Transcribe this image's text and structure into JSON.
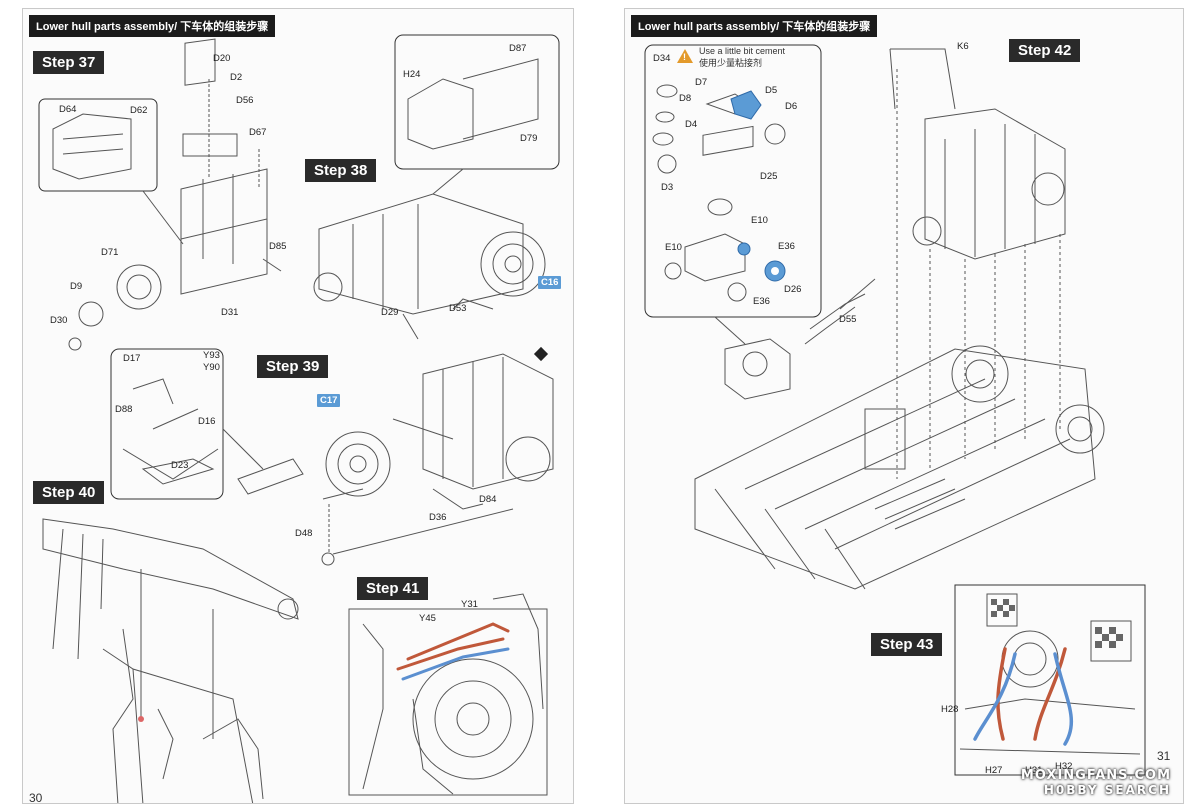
{
  "left_page": {
    "section_title": "Lower hull parts assembly/ 下车体的组装步骤",
    "page_number": "30",
    "steps": [
      "Step 37",
      "Step 38",
      "Step 39",
      "Step 40",
      "Step 41"
    ],
    "labels": {
      "d20": "D20",
      "d2": "D2",
      "d56": "D56",
      "d67": "D67",
      "d64": "D64",
      "d62": "D62",
      "d71": "D71",
      "d9": "D9",
      "d30": "D30",
      "d31": "D31",
      "d85": "D85",
      "h24": "H24",
      "d87": "D87",
      "d79": "D79",
      "d29": "D29",
      "d53": "D53",
      "d17": "D17",
      "y93": "Y93",
      "y90": "Y90",
      "d88": "D88",
      "d16": "D16",
      "d23": "D23",
      "d36": "D36",
      "d84": "D84",
      "d48": "D48",
      "y45": "Y45",
      "y31": "Y31"
    },
    "blue_tags": {
      "c16": "C16",
      "c17": "C17"
    }
  },
  "right_page": {
    "section_title": "Lower hull parts assembly/ 下车体的组装步骤",
    "page_number": "31",
    "steps": [
      "Step 42",
      "Step 43"
    ],
    "note_en": "Use a little bit cement",
    "note_cn": "使用少量粘接剂",
    "labels": {
      "d34": "D34",
      "d7": "D7",
      "d5": "D5",
      "d8": "D8",
      "d6": "D6",
      "d4": "D4",
      "d3": "D3",
      "d25": "D25",
      "e10a": "E10",
      "e10b": "E10",
      "e36a": "E36",
      "e36b": "E36",
      "d26": "D26",
      "d55": "D55",
      "k6": "K6",
      "h28": "H28",
      "h27": "H27",
      "h31": "H31",
      "h32": "H32"
    }
  },
  "watermark": {
    "line1": "MOXINGFANS.COM",
    "line2": "H0BBY SEARCH"
  },
  "colors": {
    "step_bg": "#2a2a2a",
    "part_blue": "#5b9bd5",
    "wire_red": "#c0583a",
    "wire_blue": "#5b8fd0",
    "warning": "#e39a2b"
  }
}
